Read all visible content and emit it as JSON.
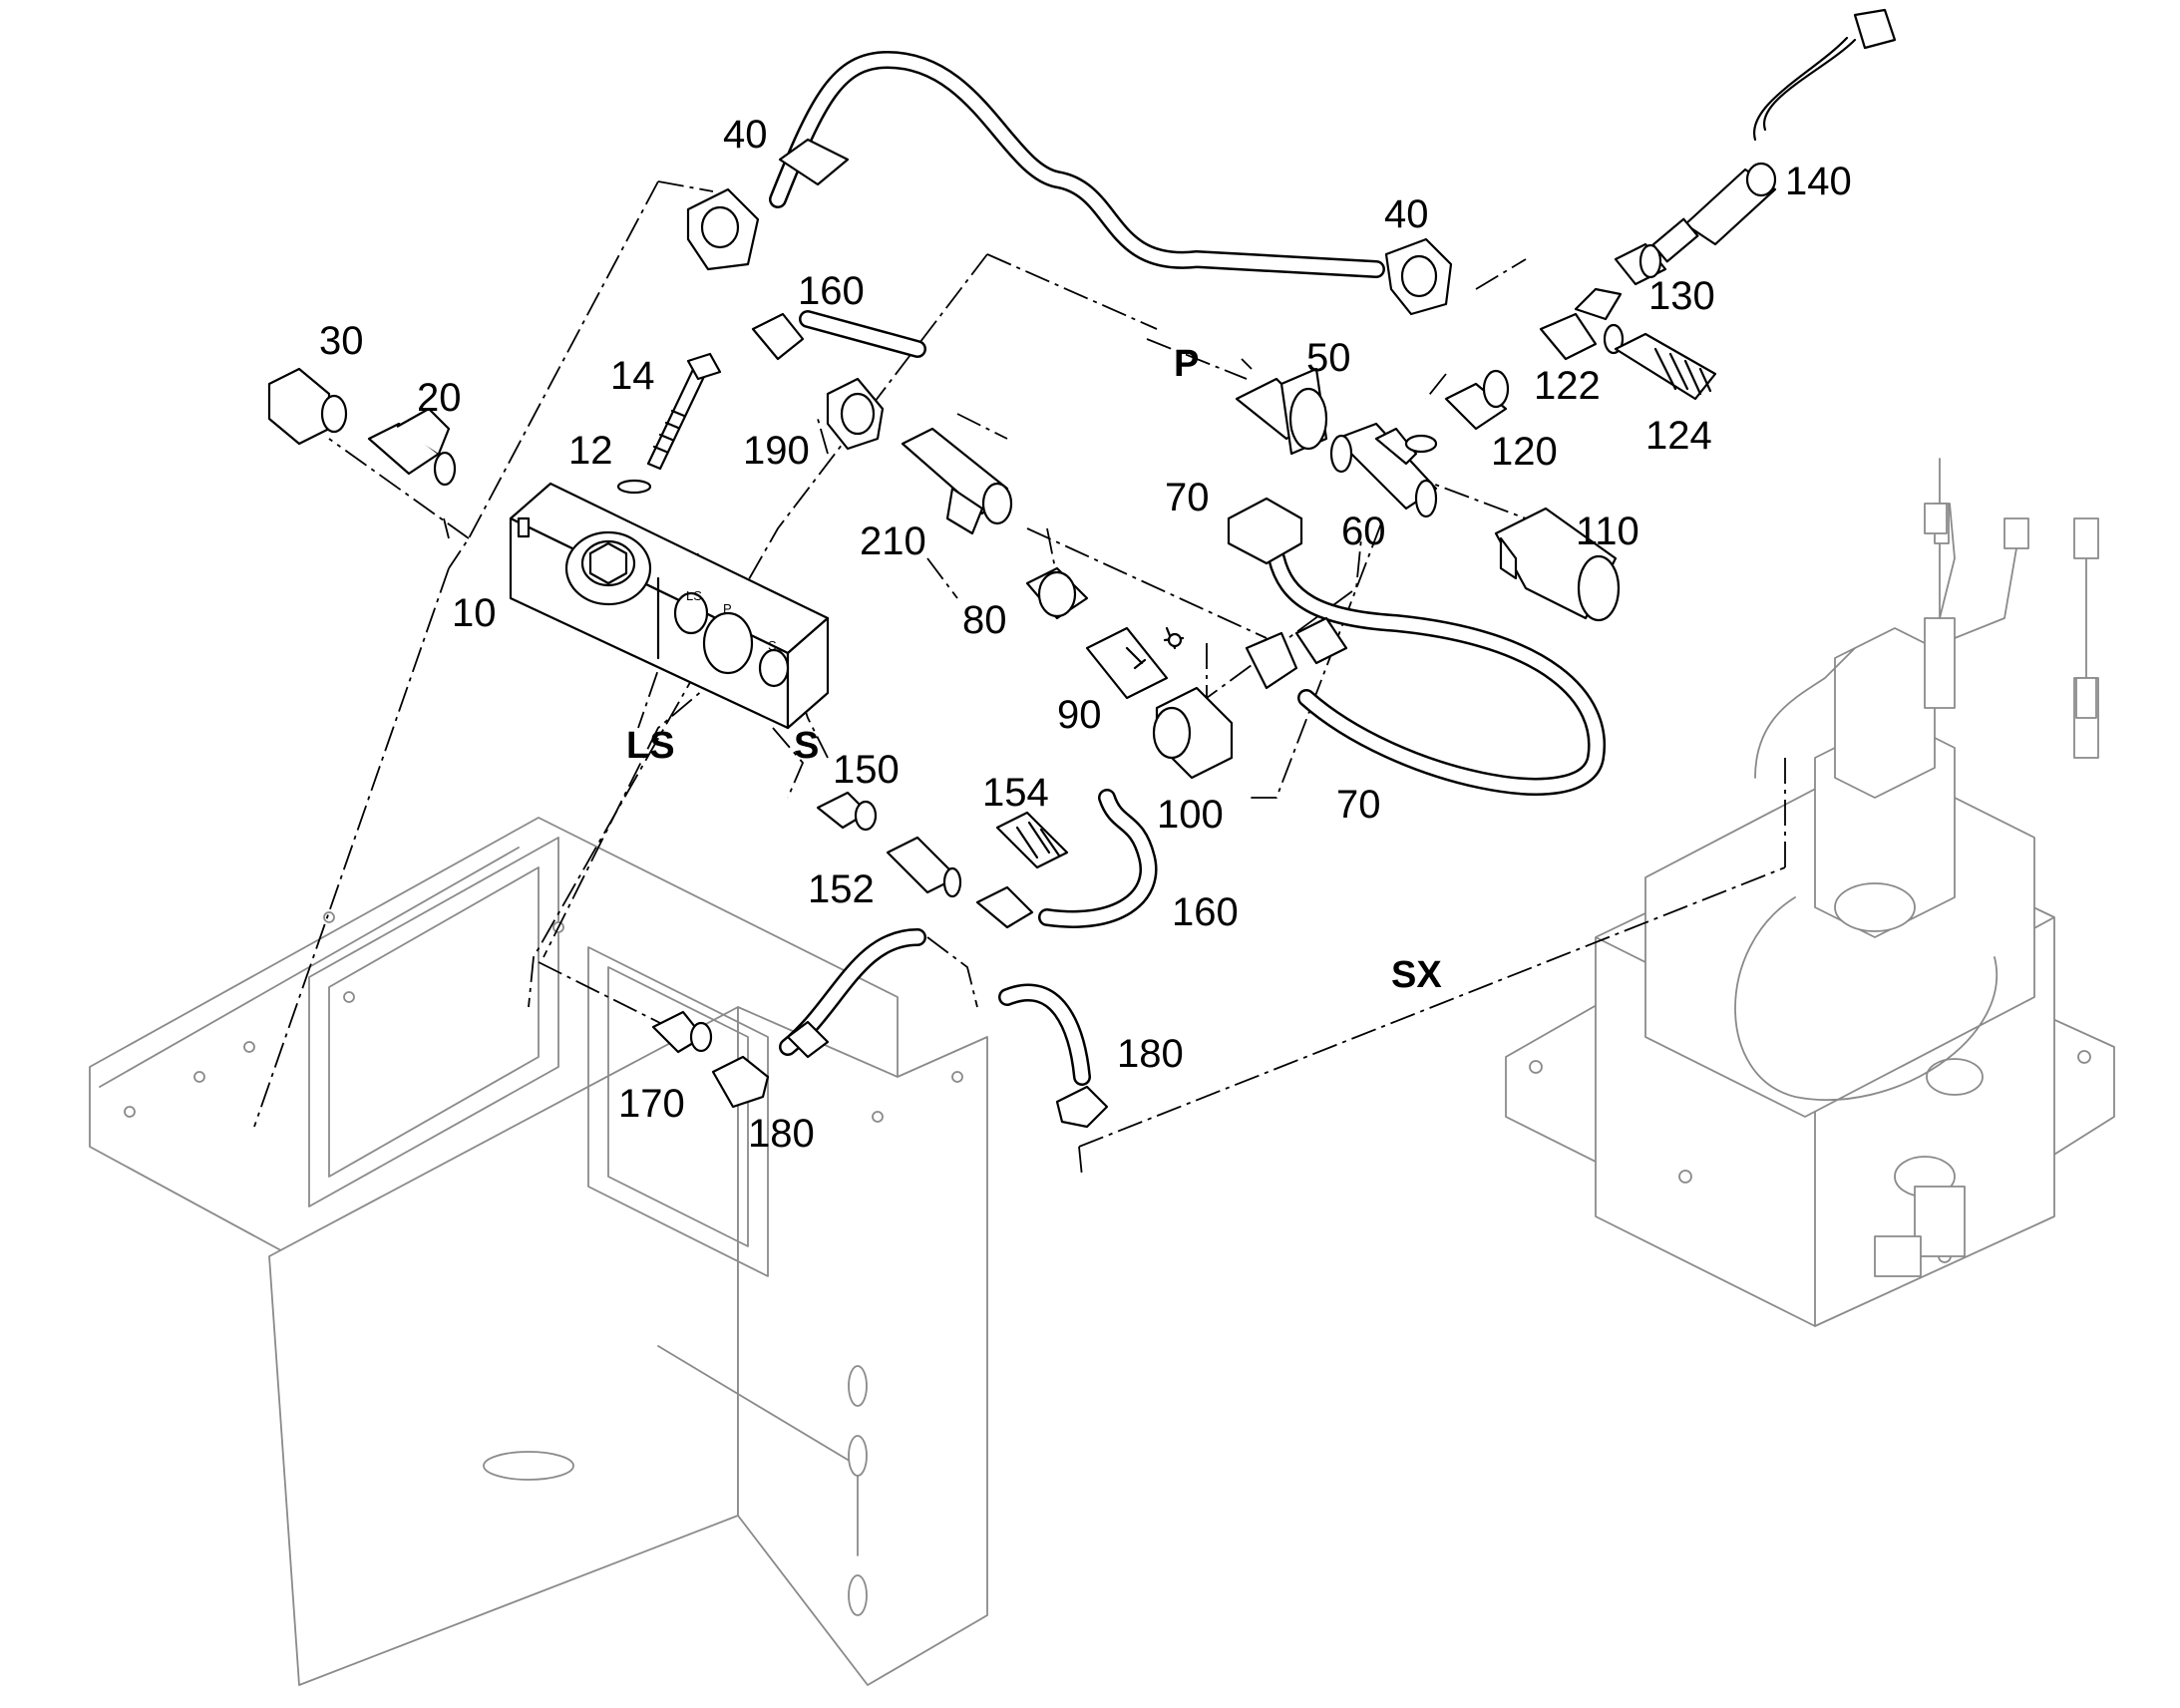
{
  "diagram": {
    "type": "exploded-parts-diagram",
    "callouts": [
      "10",
      "12",
      "14",
      "20",
      "30",
      "40",
      "40",
      "50",
      "60",
      "70",
      "70",
      "80",
      "90",
      "100",
      "110",
      "120",
      "122",
      "124",
      "130",
      "140",
      "150",
      "152",
      "154",
      "160",
      "160",
      "170",
      "180",
      "180",
      "190",
      "210"
    ],
    "connection_labels": {
      "pressure": "P",
      "load_sense": "LS",
      "supply": "S",
      "valve_block": "SX"
    },
    "block_engravings": [
      "LS",
      "P",
      "S"
    ]
  }
}
